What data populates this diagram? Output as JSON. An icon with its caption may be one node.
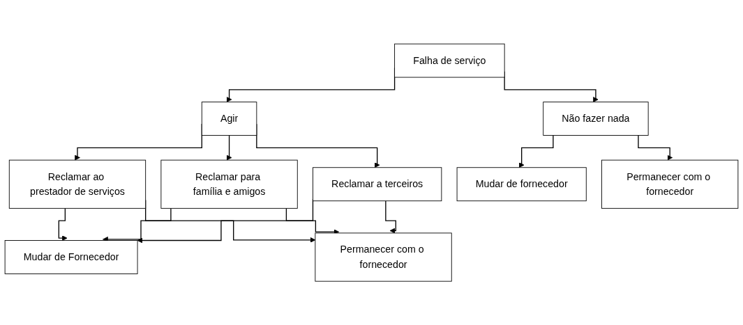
{
  "diagram": {
    "nodes": [
      {
        "text": [
          "Falha de serviço"
        ]
      },
      {
        "text": [
          "Agir"
        ]
      },
      {
        "text": [
          "Não fazer nada"
        ]
      },
      {
        "text": [
          "Reclamar ao prestador de serviços"
        ]
      },
      {
        "text": [
          "Reclamar para família e amigos"
        ]
      },
      {
        "text": [
          "Reclamar a terceiros"
        ]
      },
      {
        "text": [
          "Mudar de fornecedor"
        ]
      },
      {
        "text": [
          "Permanecer com o fornecedor"
        ]
      },
      {
        "text": [
          "Mudar de Fornecedor"
        ]
      },
      {
        "text": [
          "Permanecer com o fornecedor"
        ]
      }
    ],
    "edges": [
      {
        "from": 0,
        "to": 1,
        "arrow": "to"
      },
      {
        "from": 0,
        "to": 2,
        "arrow": "to"
      },
      {
        "from": 1,
        "to": 3,
        "arrow": "to"
      },
      {
        "from": 1,
        "to": 4,
        "arrow": "to"
      },
      {
        "from": 1,
        "to": 5,
        "arrow": "to"
      },
      {
        "from": 2,
        "to": 6,
        "arrow": "to"
      },
      {
        "from": 2,
        "to": 7,
        "arrow": "to"
      },
      {
        "from": 3,
        "to": 8,
        "arrow": "to"
      },
      {
        "from": 3,
        "to": 9,
        "arrow": "to"
      },
      {
        "from": 4,
        "to": 8,
        "arrow": "to"
      },
      {
        "from": 4,
        "to": 9,
        "arrow": "to"
      },
      {
        "from": 5,
        "to": 8,
        "arrow": "to"
      },
      {
        "from": 5,
        "to": 9,
        "arrow": "to"
      }
    ]
  }
}
